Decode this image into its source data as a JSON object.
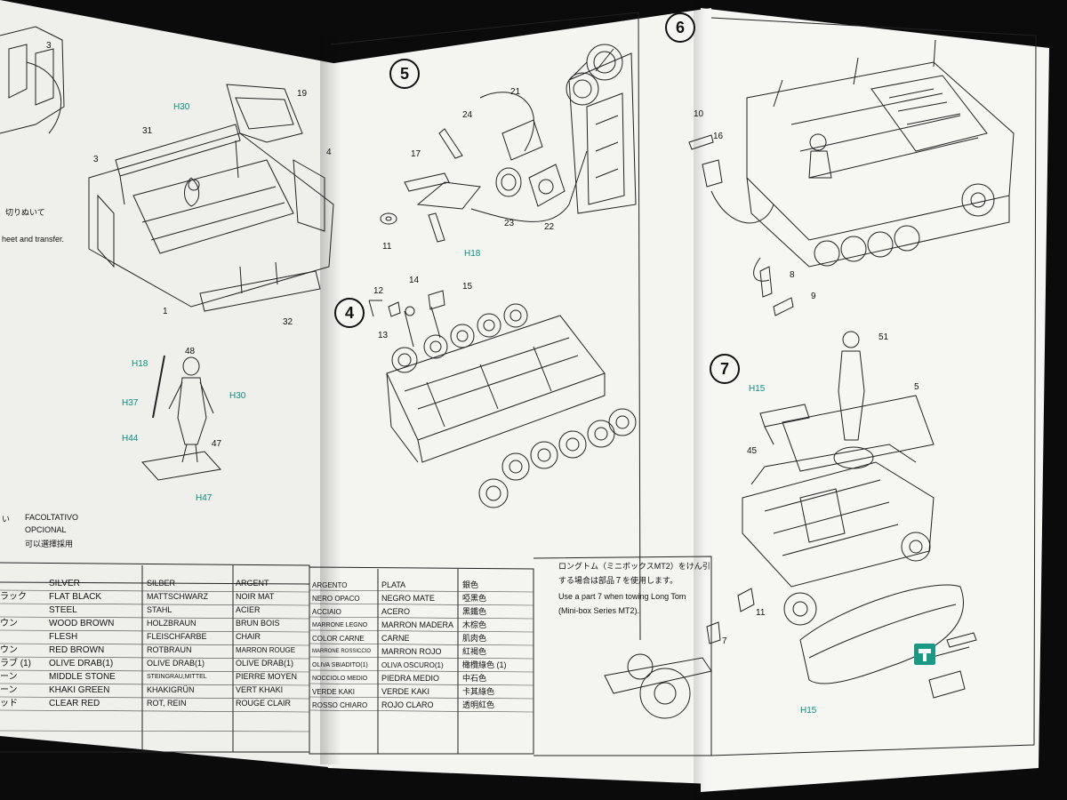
{
  "left": {
    "callouts": [
      "3",
      "31",
      "3",
      "4",
      "1",
      "32",
      "48",
      "47"
    ],
    "refs": [
      {
        "label": "H",
        "num": "30"
      },
      {
        "label": "H",
        "num": "18"
      },
      {
        "label": "H",
        "num": "37"
      },
      {
        "label": "H",
        "num": "44"
      },
      {
        "label": "H",
        "num": "30"
      },
      {
        "label": "H",
        "num": "47"
      }
    ],
    "note_jp_cut": "切りぬいて",
    "note_sheet_transfer": "heet and transfer.",
    "optional_lines": [
      "FACOLTATIVO",
      "OPCIONAL",
      "可以選擇採用"
    ],
    "optional_prefix": "い"
  },
  "paint_table": {
    "col_jp": [
      "ラック",
      "",
      "ウン",
      "",
      "ウン",
      "ラブ (1)",
      "ーン",
      "ーン",
      "ッド"
    ],
    "col_en": [
      "SILVER",
      "FLAT BLACK",
      "STEEL",
      "WOOD BROWN",
      "FLESH",
      "RED BROWN",
      "OLIVE DRAB(1)",
      "MIDDLE STONE",
      "KHAKI GREEN",
      "CLEAR RED"
    ],
    "col_de": [
      "SILBER",
      "MATTSCHWARZ",
      "STAHL",
      "HOLZBRAUN",
      "FLEISCHFARBE",
      "ROTBRAUN",
      "OLIVE DRAB(1)",
      "STEINGRAU,MITTEL",
      "KHAKIGRÜN",
      "ROT, REIN"
    ],
    "col_fr": [
      "ARGENT",
      "NOIR MAT",
      "ACIER",
      "BRUN BOIS",
      "CHAIR",
      "MARRON ROUGE",
      "OLIVE DRAB(1)",
      "PIERRE MOYEN",
      "VERT KHAKI",
      "ROUGE CLAIR"
    ],
    "col_it": [
      "ARGENTO",
      "NERO OPACO",
      "ACCIAIO",
      "MARRONE LEGNO",
      "COLOR CARNE",
      "MARRONE ROSSICCIO",
      "OLIVA SBIADITO(1)",
      "NOCCIOLO MEDIO",
      "VERDE KAKI",
      "ROSSO CHIARO"
    ],
    "col_es": [
      "PLATA",
      "NEGRO MATE",
      "ACERO",
      "MARRON MADERA",
      "CARNE",
      "MARRON ROJO",
      "OLIVA OSCURO(1)",
      "PIEDRA MEDIO",
      "VERDE KAKI",
      "ROJO CLARO"
    ],
    "col_cn": [
      "銀色",
      "啞黑色",
      "黑鐵色",
      "木棕色",
      "肌肉色",
      "紅褐色",
      "橄欖綠色 (1)",
      "中石色",
      "卡其綠色",
      "透明紅色"
    ]
  },
  "step5": {
    "step": "5",
    "callouts": [
      "24",
      "21",
      "17",
      "11",
      "23",
      "22"
    ],
    "ref": {
      "label": "H",
      "num": "18"
    }
  },
  "step4": {
    "step": "4",
    "callouts": [
      "12",
      "14",
      "15",
      "13"
    ]
  },
  "step6": {
    "step": "6",
    "callouts": [
      "10",
      "16",
      "8",
      "9"
    ]
  },
  "step7": {
    "step": "7",
    "callouts": [
      "51",
      "5",
      "45",
      "11",
      "7"
    ],
    "refs": [
      {
        "label": "H",
        "num": "15"
      },
      {
        "label": "H",
        "num": "15"
      }
    ],
    "note_jp": [
      "ロングトム（ミニボックスMT2）をけん引",
      "する場合は部品７を使用します。"
    ],
    "note_en": [
      "Use a part 7 when towing Long Tom",
      "(Mini-box Series MT2)."
    ]
  }
}
